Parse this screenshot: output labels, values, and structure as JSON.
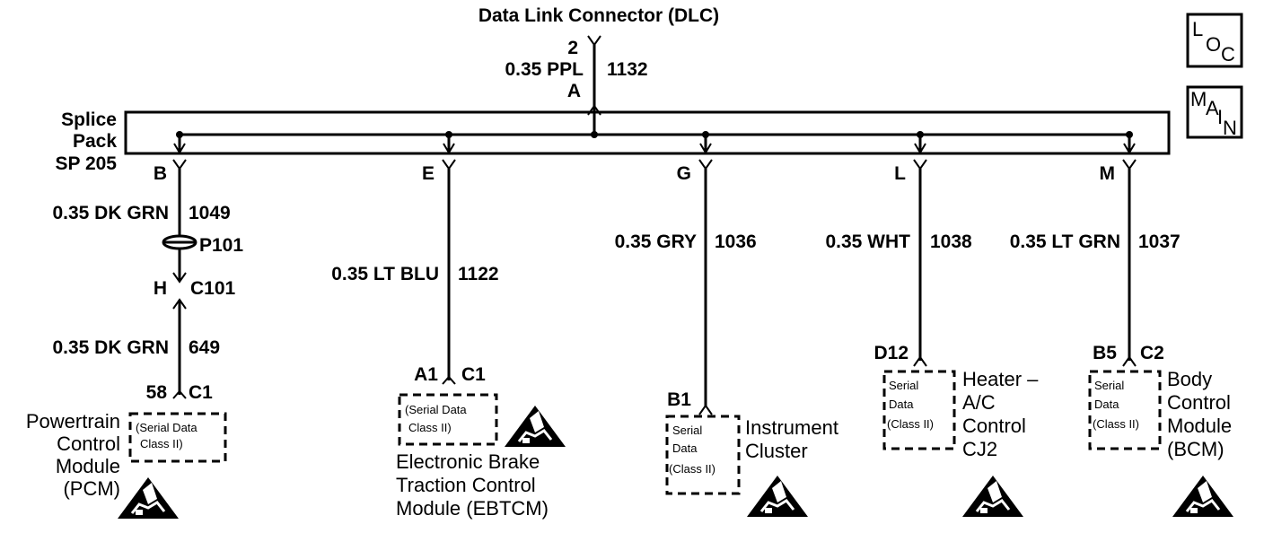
{
  "dlc": {
    "title": "Data Link Connector (DLC)",
    "pin_top": "2",
    "pin_bottom": "A",
    "wire_gauge_color": "0.35 PPL",
    "circuit": "1132"
  },
  "splice": {
    "line1": "Splice",
    "line2": "Pack",
    "line3": "SP 205"
  },
  "boxes": {
    "loc": {
      "l": "L",
      "o": "O",
      "c": "C"
    },
    "main": {
      "m": "M",
      "a": "A",
      "i": "I",
      "n": "N"
    }
  },
  "branches": {
    "b": {
      "pin": "B",
      "wire_upper": "0.35 DK GRN",
      "circuit_upper": "1049",
      "splice": "P101",
      "conn_pin": "H",
      "conn": "C101",
      "wire_lower": "0.35 DK GRN",
      "circuit_lower": "649",
      "mod_pin": "58",
      "mod_conn": "C1",
      "module": [
        "Powertrain",
        "Control",
        "Module",
        "(PCM)"
      ],
      "box": [
        "(Serial Data",
        "Class II)"
      ]
    },
    "e": {
      "pin": "E",
      "wire": "0.35 LT BLU",
      "circuit": "1122",
      "mod_pin": "A1",
      "mod_conn": "C1",
      "module": [
        "Electronic Brake",
        "Traction Control",
        "Module (EBTCM)"
      ],
      "box": [
        "(Serial Data",
        "Class II)"
      ]
    },
    "g": {
      "pin": "G",
      "wire": "0.35 GRY",
      "circuit": "1036",
      "mod_pin": "B1",
      "module": [
        "Instrument",
        "Cluster"
      ],
      "box": [
        "Serial",
        "Data",
        "(Class II)"
      ]
    },
    "l": {
      "pin": "L",
      "wire": "0.35 WHT",
      "circuit": "1038",
      "mod_pin": "D12",
      "module": [
        "Heater –",
        "A/C",
        "Control",
        "CJ2"
      ],
      "box": [
        "Serial",
        "Data",
        "(Class II)"
      ]
    },
    "m": {
      "pin": "M",
      "wire": "0.35 LT GRN",
      "circuit": "1037",
      "mod_pin": "B5",
      "mod_conn": "C2",
      "module": [
        "Body",
        "Control",
        "Module",
        "(BCM)"
      ],
      "box": [
        "Serial",
        "Data",
        "(Class II)"
      ]
    }
  }
}
